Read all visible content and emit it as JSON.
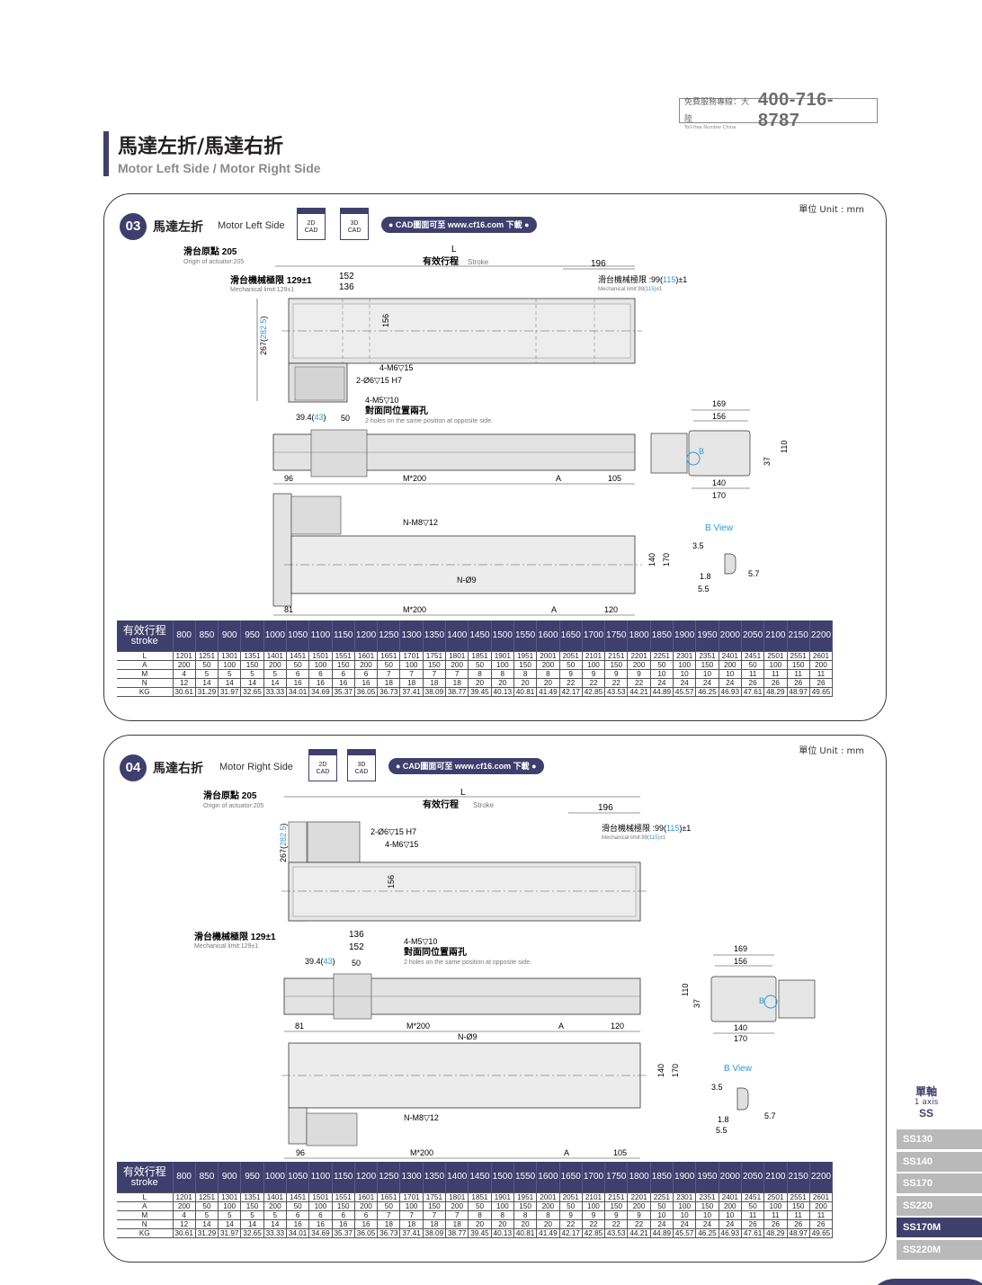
{
  "hotline": {
    "label": "免費服務專線：大陸",
    "sub": "Toll-free Number   China",
    "number": "400-716-8787"
  },
  "heading": {
    "zh": "馬達左折/馬達右折",
    "en": "Motor Left Side / Motor Right Side"
  },
  "unit": "單位 Unit : mm",
  "cad": {
    "icon_2d_a": "2D",
    "icon_2d_b": "CAD",
    "icon_3d_a": "3D",
    "icon_3d_b": "CAD",
    "link": "● CAD圖面可至 www.cf16.com 下載 ●"
  },
  "section3": {
    "num": "03",
    "zh": "馬達左折",
    "en": "Motor Left Side"
  },
  "section4": {
    "num": "04",
    "zh": "馬達右折",
    "en": "Motor Right Side"
  },
  "dims": {
    "origin_zh": "滑台原點 205",
    "origin_en": "Origin of actuator:205",
    "L": "L",
    "stroke_zh": "有效行程",
    "stroke_en": "Stroke",
    "d196": "196",
    "mech_limit_zh": "滑台機械極限 129±1",
    "mech_limit_en": "Mechanical limit:129±1",
    "mech_limit2_zh_a": "滑台機械極限 :99(",
    "mech_limit2_blue": "115",
    "mech_limit2_zh_b": ")±1",
    "mech_limit2_en_a": "Mechanical limit:99(",
    "mech_limit2_en_b": ")±1",
    "d152": "152",
    "d136": "136",
    "d156": "156",
    "d267a": "267(",
    "d2825": "282.5",
    "d267b": ")",
    "m6": "4-M6▽15",
    "d6": "2-Ø6▽15 H7",
    "m5": "4-M5▽10",
    "holes_zh": "對面同位置兩孔",
    "holes_en": "2 holes on the same position at opposite side.",
    "d394a": "39.4(",
    "d43": "43",
    "d394b": ")",
    "d50": "50",
    "d169": "169",
    "d140": "140",
    "d170": "170",
    "d37": "37",
    "d110": "110",
    "B": "B",
    "d96": "96",
    "m200": "M*200",
    "A": "A",
    "d105": "105",
    "d81": "81",
    "d120": "120",
    "nm8": "N-M8▽12",
    "n9": "N-Ø9",
    "bview": "B View",
    "d35": "3.5",
    "d18": "1.8",
    "d55": "5.5",
    "d57": "5.7"
  },
  "table": {
    "header_zh": "有效行程",
    "header_en": "stroke",
    "strokes": [
      "800",
      "850",
      "900",
      "950",
      "1000",
      "1050",
      "1100",
      "1150",
      "1200",
      "1250",
      "1300",
      "1350",
      "1400",
      "1450",
      "1500",
      "1550",
      "1600",
      "1650",
      "1700",
      "1750",
      "1800",
      "1850",
      "1900",
      "1950",
      "2000",
      "2050",
      "2100",
      "2150",
      "2200"
    ],
    "rows": [
      {
        "label": "L",
        "values": [
          "1201",
          "1251",
          "1301",
          "1351",
          "1401",
          "1451",
          "1501",
          "1551",
          "1601",
          "1651",
          "1701",
          "1751",
          "1801",
          "1851",
          "1901",
          "1951",
          "2001",
          "2051",
          "2101",
          "2151",
          "2201",
          "2251",
          "2301",
          "2351",
          "2401",
          "2451",
          "2501",
          "2551",
          "2601"
        ]
      },
      {
        "label": "A",
        "values": [
          "200",
          "50",
          "100",
          "150",
          "200",
          "50",
          "100",
          "150",
          "200",
          "50",
          "100",
          "150",
          "200",
          "50",
          "100",
          "150",
          "200",
          "50",
          "100",
          "150",
          "200",
          "50",
          "100",
          "150",
          "200",
          "50",
          "100",
          "150",
          "200"
        ]
      },
      {
        "label": "M",
        "values": [
          "4",
          "5",
          "5",
          "5",
          "5",
          "6",
          "6",
          "6",
          "6",
          "7",
          "7",
          "7",
          "7",
          "8",
          "8",
          "8",
          "8",
          "9",
          "9",
          "9",
          "9",
          "10",
          "10",
          "10",
          "10",
          "11",
          "11",
          "11",
          "11"
        ]
      },
      {
        "label": "N",
        "values": [
          "12",
          "14",
          "14",
          "14",
          "14",
          "16",
          "16",
          "16",
          "16",
          "18",
          "18",
          "18",
          "18",
          "20",
          "20",
          "20",
          "20",
          "22",
          "22",
          "22",
          "22",
          "24",
          "24",
          "24",
          "24",
          "26",
          "26",
          "26",
          "26"
        ]
      },
      {
        "label": "KG",
        "values": [
          "30.61",
          "31.29",
          "31.97",
          "32.65",
          "33.33",
          "34.01",
          "34.69",
          "35.37",
          "36.05",
          "36.73",
          "37.41",
          "38.09",
          "38.77",
          "39.45",
          "40.13",
          "40.81",
          "41.49",
          "42.17",
          "42.85",
          "43.53",
          "44.21",
          "44.89",
          "45.57",
          "46.25",
          "46.93",
          "47.61",
          "48.29",
          "48.97",
          "49.65"
        ]
      }
    ]
  },
  "side": {
    "axis_zh": "單軸",
    "axis_en": "1 axis",
    "axis_code": "SS",
    "tabs": [
      "SS130",
      "SS140",
      "SS170",
      "SS220",
      "SS170M",
      "SS220M"
    ],
    "active": "SS170M"
  }
}
